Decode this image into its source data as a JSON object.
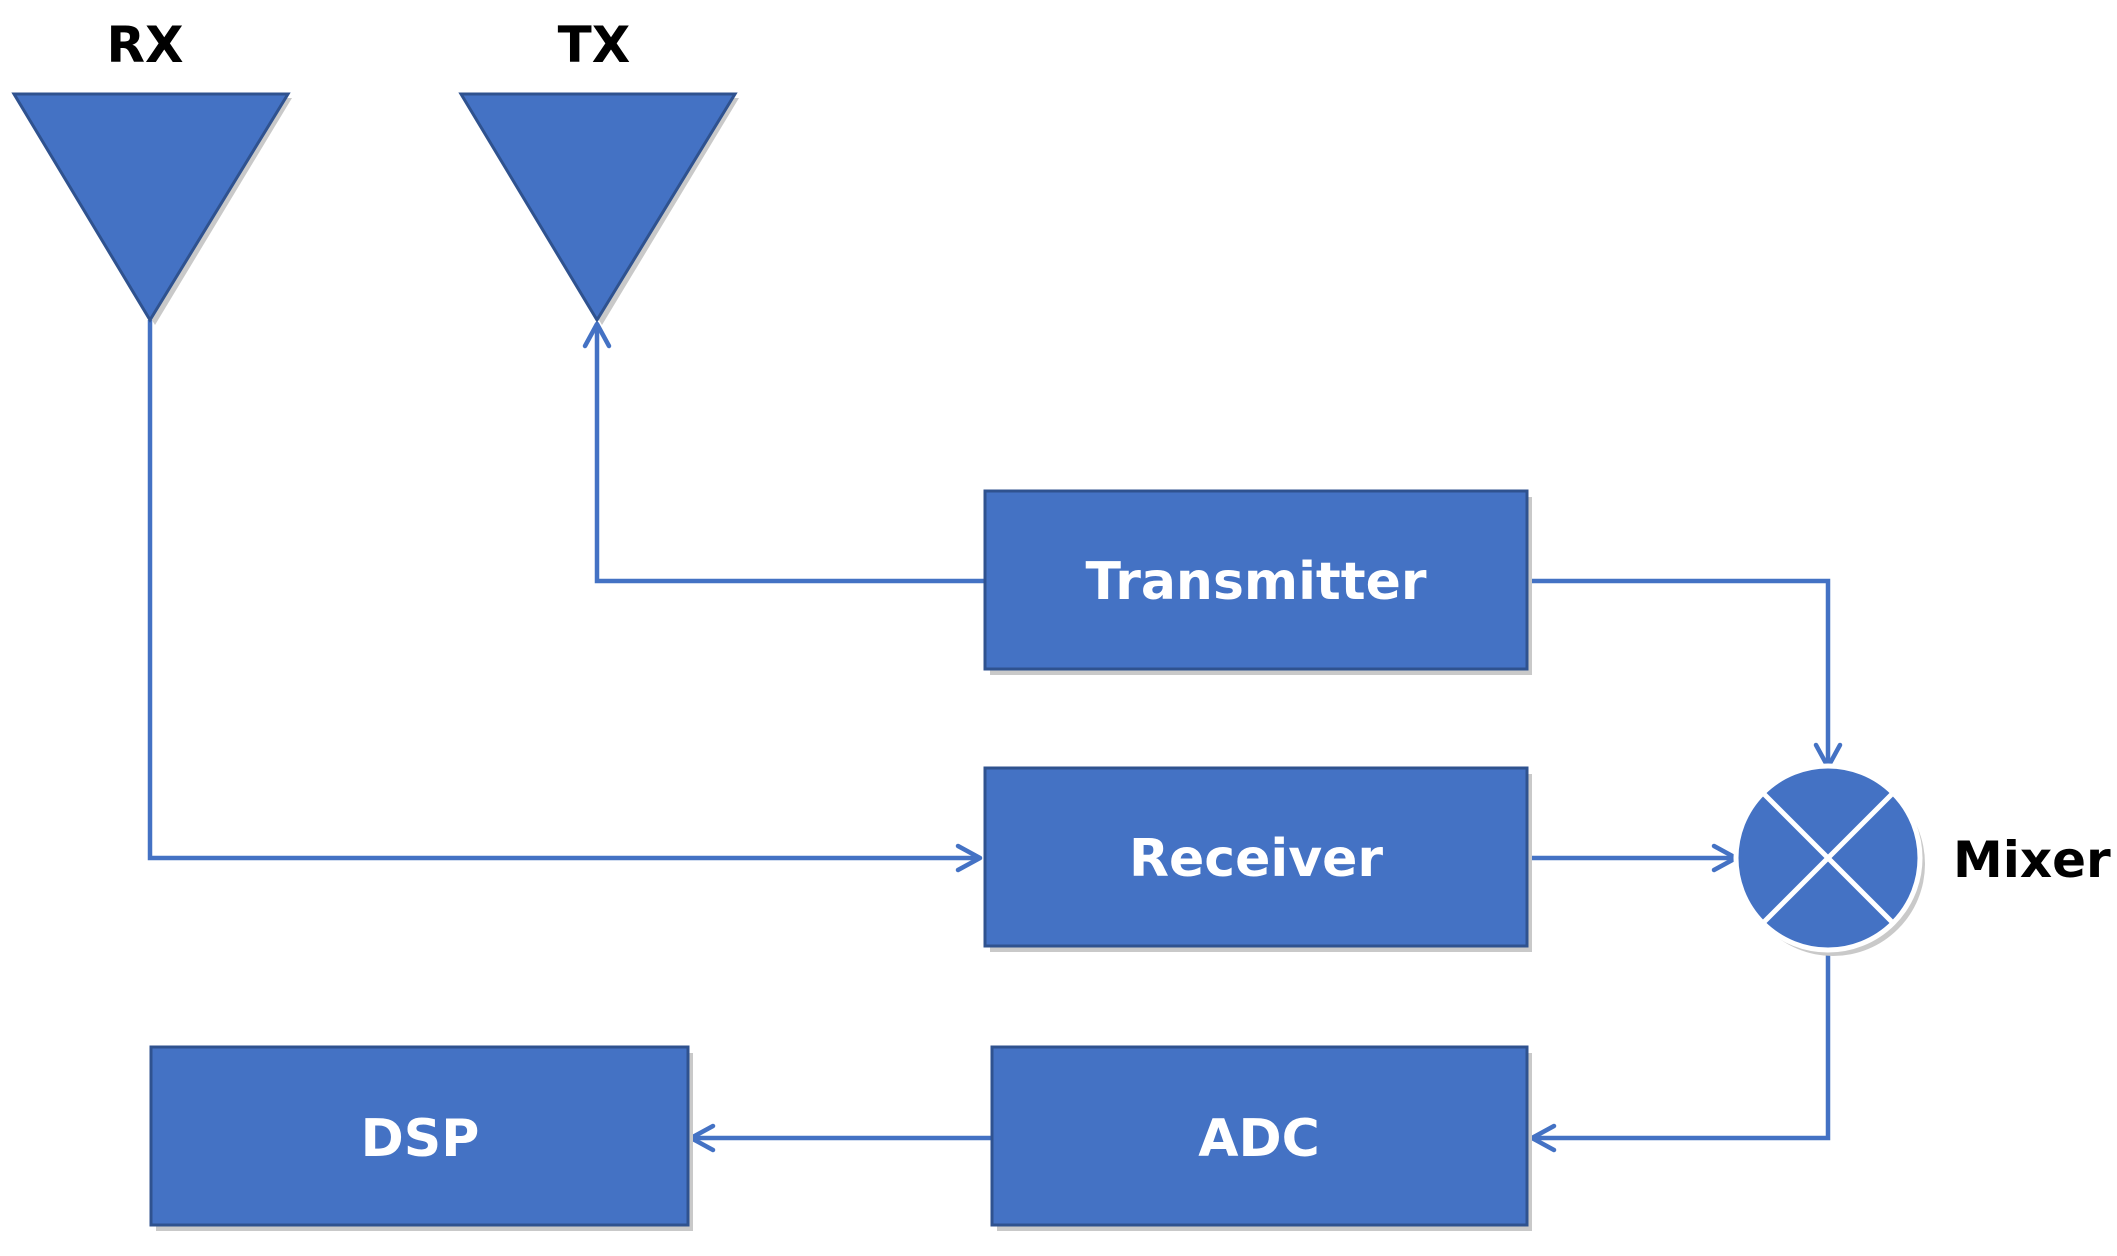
{
  "colors": {
    "block_fill": "#4472C4",
    "block_border": "#2F528F",
    "wire": "#4472C4",
    "block_text": "#ffffff",
    "label_text": "#000000"
  },
  "antennas": {
    "rx": {
      "label": "RX"
    },
    "tx": {
      "label": "TX"
    }
  },
  "blocks": {
    "transmitter": {
      "label": "Transmitter"
    },
    "receiver": {
      "label": "Receiver"
    },
    "adc": {
      "label": "ADC"
    },
    "dsp": {
      "label": "DSP"
    }
  },
  "mixer": {
    "label": "Mixer",
    "icon": "mixer-cross-icon"
  },
  "connections": [
    {
      "from": "rx-antenna",
      "to": "receiver"
    },
    {
      "from": "transmitter",
      "to": "tx-antenna"
    },
    {
      "from": "transmitter",
      "to": "mixer"
    },
    {
      "from": "receiver",
      "to": "mixer"
    },
    {
      "from": "mixer",
      "to": "adc"
    },
    {
      "from": "adc",
      "to": "dsp"
    }
  ]
}
